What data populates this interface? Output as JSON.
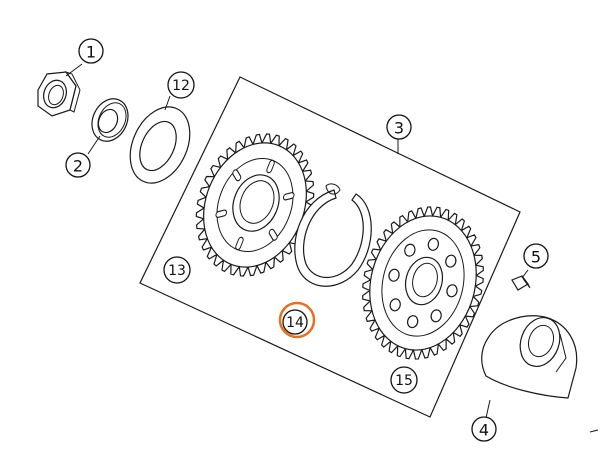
{
  "diagram": {
    "callouts": [
      {
        "id": "c1",
        "label": "1"
      },
      {
        "id": "c2",
        "label": "2"
      },
      {
        "id": "c3",
        "label": "3"
      },
      {
        "id": "c4",
        "label": "4"
      },
      {
        "id": "c5",
        "label": "5"
      },
      {
        "id": "c12",
        "label": "12"
      },
      {
        "id": "c13",
        "label": "13"
      },
      {
        "id": "c14",
        "label": "14"
      },
      {
        "id": "c15",
        "label": "15"
      }
    ],
    "highlight_color": "#e8701a"
  }
}
